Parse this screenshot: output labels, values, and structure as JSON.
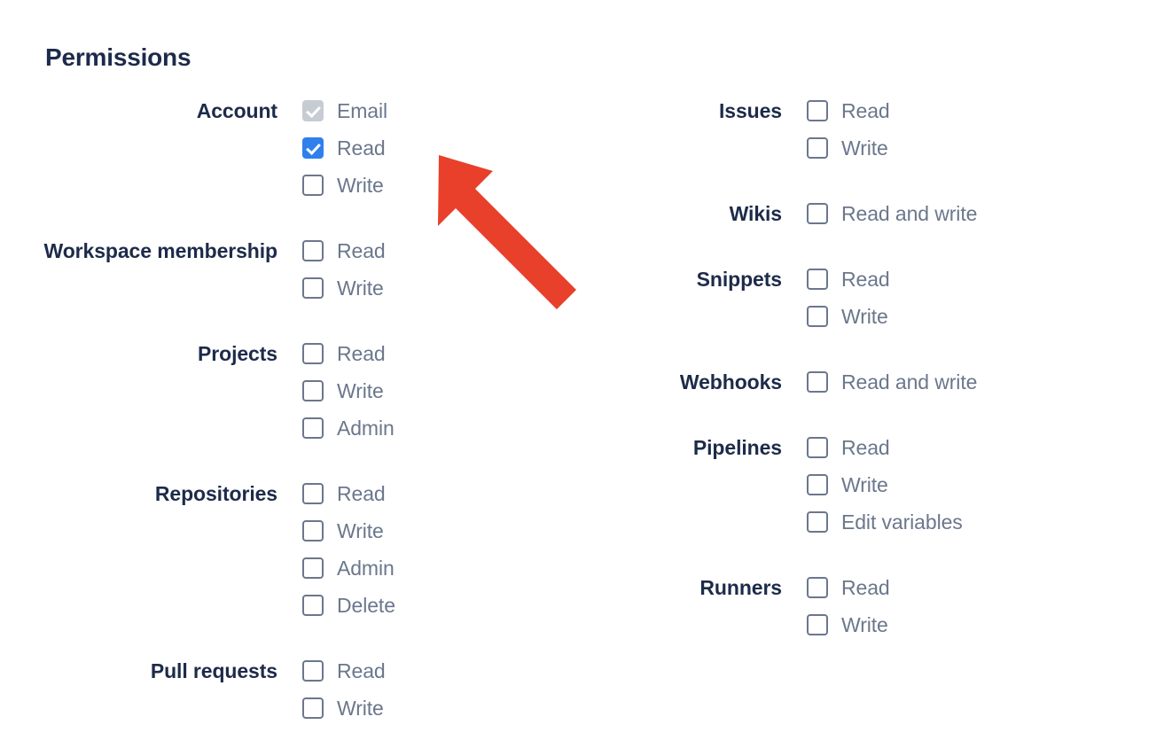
{
  "heading": "Permissions",
  "colors": {
    "heading": "#1d2b4a",
    "group_label": "#1d2b4a",
    "option_label": "#6b778c",
    "checkbox_checked": "#2f80ed",
    "checkbox_disabled": "#c7ccd4",
    "checkbox_border": "#6b778c",
    "annotation_arrow": "#e8402a",
    "background": "#ffffff"
  },
  "annotation": {
    "type": "arrow",
    "points_to": "account-read-checkbox",
    "color": "#e8402a"
  },
  "columns": {
    "left": [
      {
        "label": "Account",
        "options": [
          {
            "label": "Email",
            "state": "disabled-checked"
          },
          {
            "label": "Read",
            "state": "checked"
          },
          {
            "label": "Write",
            "state": "unchecked"
          }
        ]
      },
      {
        "label": "Workspace membership",
        "options": [
          {
            "label": "Read",
            "state": "unchecked"
          },
          {
            "label": "Write",
            "state": "unchecked"
          }
        ]
      },
      {
        "label": "Projects",
        "options": [
          {
            "label": "Read",
            "state": "unchecked"
          },
          {
            "label": "Write",
            "state": "unchecked"
          },
          {
            "label": "Admin",
            "state": "unchecked"
          }
        ]
      },
      {
        "label": "Repositories",
        "options": [
          {
            "label": "Read",
            "state": "unchecked"
          },
          {
            "label": "Write",
            "state": "unchecked"
          },
          {
            "label": "Admin",
            "state": "unchecked"
          },
          {
            "label": "Delete",
            "state": "unchecked"
          }
        ]
      },
      {
        "label": "Pull requests",
        "options": [
          {
            "label": "Read",
            "state": "unchecked"
          },
          {
            "label": "Write",
            "state": "unchecked"
          }
        ]
      }
    ],
    "right": [
      {
        "label": "Issues",
        "options": [
          {
            "label": "Read",
            "state": "unchecked"
          },
          {
            "label": "Write",
            "state": "unchecked"
          }
        ]
      },
      {
        "label": "Wikis",
        "options": [
          {
            "label": "Read and write",
            "state": "unchecked"
          }
        ]
      },
      {
        "label": "Snippets",
        "options": [
          {
            "label": "Read",
            "state": "unchecked"
          },
          {
            "label": "Write",
            "state": "unchecked"
          }
        ]
      },
      {
        "label": "Webhooks",
        "options": [
          {
            "label": "Read and write",
            "state": "unchecked"
          }
        ]
      },
      {
        "label": "Pipelines",
        "options": [
          {
            "label": "Read",
            "state": "unchecked"
          },
          {
            "label": "Write",
            "state": "unchecked"
          },
          {
            "label": "Edit variables",
            "state": "unchecked"
          }
        ]
      },
      {
        "label": "Runners",
        "options": [
          {
            "label": "Read",
            "state": "unchecked"
          },
          {
            "label": "Write",
            "state": "unchecked"
          }
        ]
      }
    ]
  }
}
